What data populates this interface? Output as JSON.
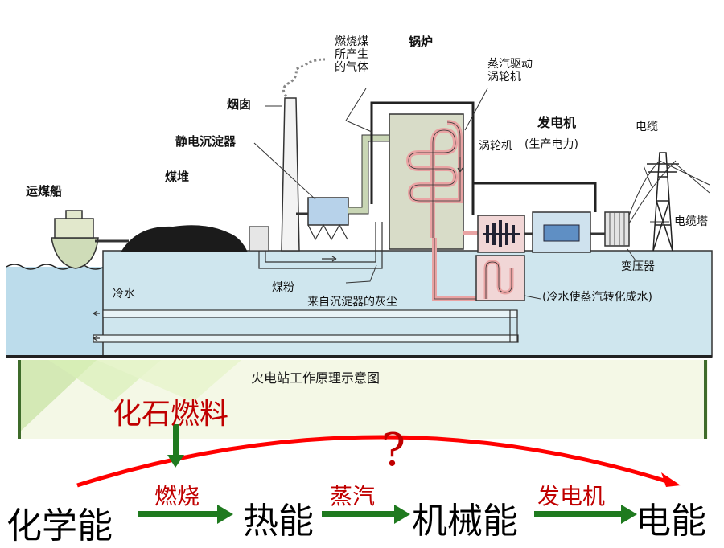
{
  "diagram": {
    "labels": {
      "coal_ship": "运煤船",
      "coal_pile": "煤堆",
      "precipitator": "静电沉淀器",
      "chimney": "烟囱",
      "coal_gas": "燃烧煤所产生的气体",
      "boiler": "锅炉",
      "steam_turbine_drive": "蒸汽驱动涡轮机",
      "turbine": "涡轮机",
      "generator": "发电机",
      "generator_note": "(生产电力)",
      "cable": "电缆",
      "cable_tower": "电缆塔",
      "transformer": "变压器",
      "cold_water": "冷水",
      "coal_powder": "煤粉",
      "ash": "来自沉淀器的灰尘",
      "condenser_note": "(冷水使蒸汽转化成水)"
    },
    "caption": "火电站工作原理示意图"
  },
  "flow": {
    "fossil_fuel": "化石燃料",
    "question_mark": "?",
    "stages": [
      "化学能",
      "热能",
      "机械能",
      "电能"
    ],
    "processes": [
      "燃烧",
      "蒸汽",
      "发电机"
    ]
  },
  "colors": {
    "arrow_green": "#1f7a1f",
    "curve_red": "#ff0000",
    "text_red": "#c00000",
    "boiler_fill": "#d8dcc8",
    "water_fill": "#bcdceb",
    "slab_fill": "#cfe6ee"
  }
}
